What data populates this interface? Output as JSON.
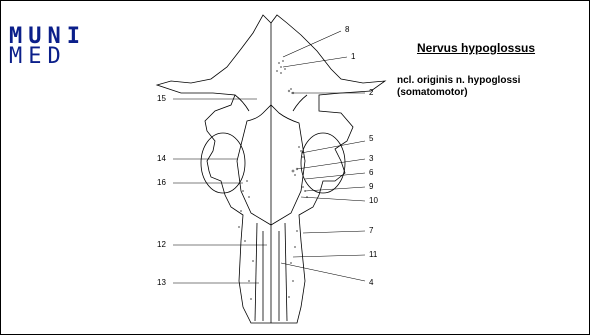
{
  "logo": {
    "line1": "MUNI",
    "line2": "MED"
  },
  "title": "Nervus hypoglossus",
  "subtitle": {
    "line1": "ncl. originis n. hypoglossi",
    "line2": "(somatomotor)"
  },
  "labels": {
    "l1": "1",
    "l2": "2",
    "l3": "3",
    "l4": "4",
    "l5": "5",
    "l6": "6",
    "l7": "7",
    "l8": "8",
    "l9": "9",
    "l10": "10",
    "l11": "11",
    "l12": "12",
    "l13": "13",
    "l14": "14",
    "l15": "15",
    "l16": "16"
  }
}
